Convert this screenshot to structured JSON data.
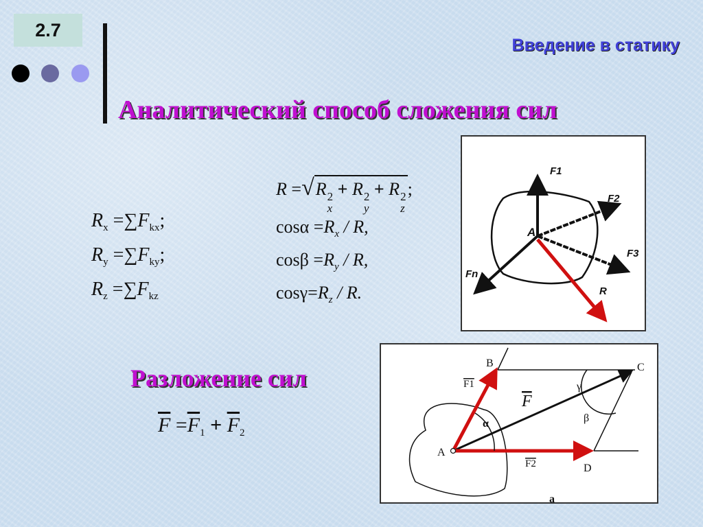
{
  "slide": {
    "number": "2.7",
    "topic": "Введение в статику",
    "title": "Аналитический способ сложения сил",
    "subtitle": "Разложение сил",
    "dots": [
      {
        "name": "dot-black",
        "color": "#000000"
      },
      {
        "name": "dot-slate",
        "color": "#6a6aa0"
      },
      {
        "name": "dot-lavender",
        "color": "#9a9af0"
      }
    ]
  },
  "projections": {
    "rx": {
      "lhs": "R",
      "lhs_sub": "x",
      "op": "=",
      "sum": "∑",
      "f": "F",
      "f_sub": "kx",
      "end": ";"
    },
    "ry": {
      "lhs": "R",
      "lhs_sub": "y",
      "op": "=",
      "sum": "∑",
      "f": "F",
      "f_sub": "ky",
      "end": ";"
    },
    "rz": {
      "lhs": "R",
      "lhs_sub": "z",
      "op": "=",
      "sum": "∑",
      "f": "F",
      "f_sub": "kz",
      "end": ""
    }
  },
  "resultant": {
    "magnitude": {
      "lhs": "R",
      "op": "=",
      "terms": [
        "x",
        "y",
        "z"
      ],
      "power": "2",
      "plus": "+",
      "end": ";"
    },
    "cos_alpha": {
      "fn": "cosα",
      "op": "=",
      "num": "R",
      "num_sub": "x",
      "den": "/ R,"
    },
    "cos_beta": {
      "fn": "cosβ",
      "op": "=",
      "num": "R",
      "num_sub": "y",
      "den": "/ R,"
    },
    "cos_gamma": {
      "fn": "cosγ",
      "op": "=",
      "num": "R",
      "num_sub": "z",
      "den": "/ R."
    }
  },
  "decomposition_formula": {
    "lhs": "F",
    "op": "=",
    "t1": "F",
    "t1_sub": "1",
    "plus": "+",
    "t2": "F",
    "t2_sub": "2"
  },
  "figure_forces": {
    "labels": {
      "f1": "F1",
      "f2": "F2",
      "f3": "F3",
      "fn": "Fn",
      "r": "R",
      "point": "A"
    },
    "resultant_color": "#d01010"
  },
  "figure_parallelogram": {
    "labels": {
      "b": "B",
      "c": "C",
      "d": "D",
      "a": "A",
      "f1": "F1",
      "f2": "F2",
      "f": "F",
      "alpha": "α",
      "beta": "β",
      "gamma": "γ",
      "caption": "а"
    },
    "component_color": "#d01010"
  }
}
